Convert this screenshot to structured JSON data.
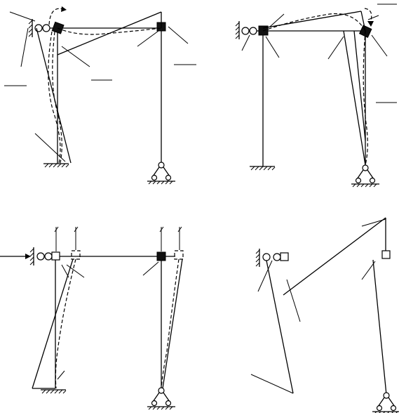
{
  "diagram": {
    "panels": [
      {
        "id": "top-left"
      },
      {
        "id": "top-right"
      },
      {
        "id": "bottom-left"
      },
      {
        "id": "bottom-right"
      }
    ]
  }
}
